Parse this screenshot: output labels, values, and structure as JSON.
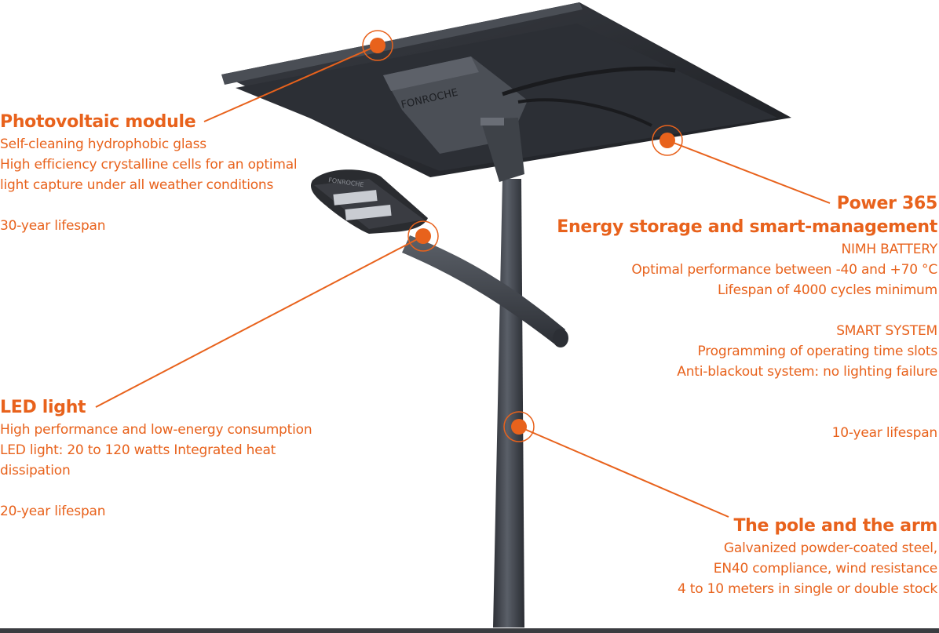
{
  "brand": "FONROCHE",
  "colors": {
    "accent": "#e8621c",
    "pole": "#3c4048",
    "panel": "#26292f"
  },
  "photovoltaic": {
    "title": "Photovoltaic module",
    "lines": [
      "Self-cleaning hydrophobic glass",
      "High efficiency crystalline cells for an optimal",
      "light capture under all weather conditions"
    ],
    "lifespan": "30-year lifespan"
  },
  "led": {
    "title": "LED light",
    "lines": [
      "High performance and low-energy consumption",
      "LED light: 20 to 120 watts Integrated heat",
      "dissipation"
    ],
    "lifespan": "20-year lifespan"
  },
  "power": {
    "title": "Power 365",
    "subtitle": "Energy storage and smart-management",
    "battery_lines": [
      "NIMH BATTERY",
      "Optimal performance between -40 and +70 °C",
      "Lifespan of 4000 cycles minimum"
    ],
    "smart_lines": [
      "SMART SYSTEM",
      "Programming of operating time slots",
      "Anti-blackout system: no lighting failure"
    ],
    "lifespan": "10-year lifespan"
  },
  "pole": {
    "title": "The pole and the arm",
    "lines": [
      "Galvanized powder-coated steel,",
      "EN40 compliance, wind resistance",
      "4 to 10 meters in single or double stock"
    ]
  }
}
